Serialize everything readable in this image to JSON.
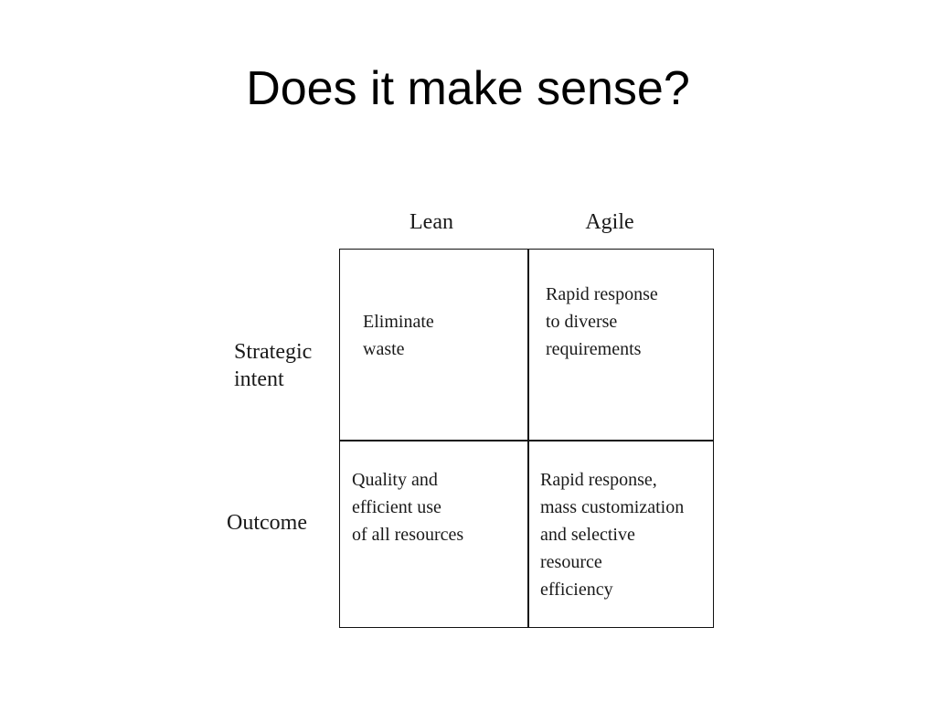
{
  "slide": {
    "title": "Does it make sense?"
  },
  "matrix": {
    "columns": [
      "Lean",
      "Agile"
    ],
    "rows": [
      "Strategic\nintent",
      "Outcome"
    ],
    "cells": {
      "lean_intent": "Eliminate\nwaste",
      "agile_intent": "Rapid response\nto diverse\nrequirements",
      "lean_outcome": "Quality and\nefficient use\nof all resources",
      "agile_outcome": "Rapid response,\nmass customization\nand selective\nresource\nefficiency"
    }
  }
}
